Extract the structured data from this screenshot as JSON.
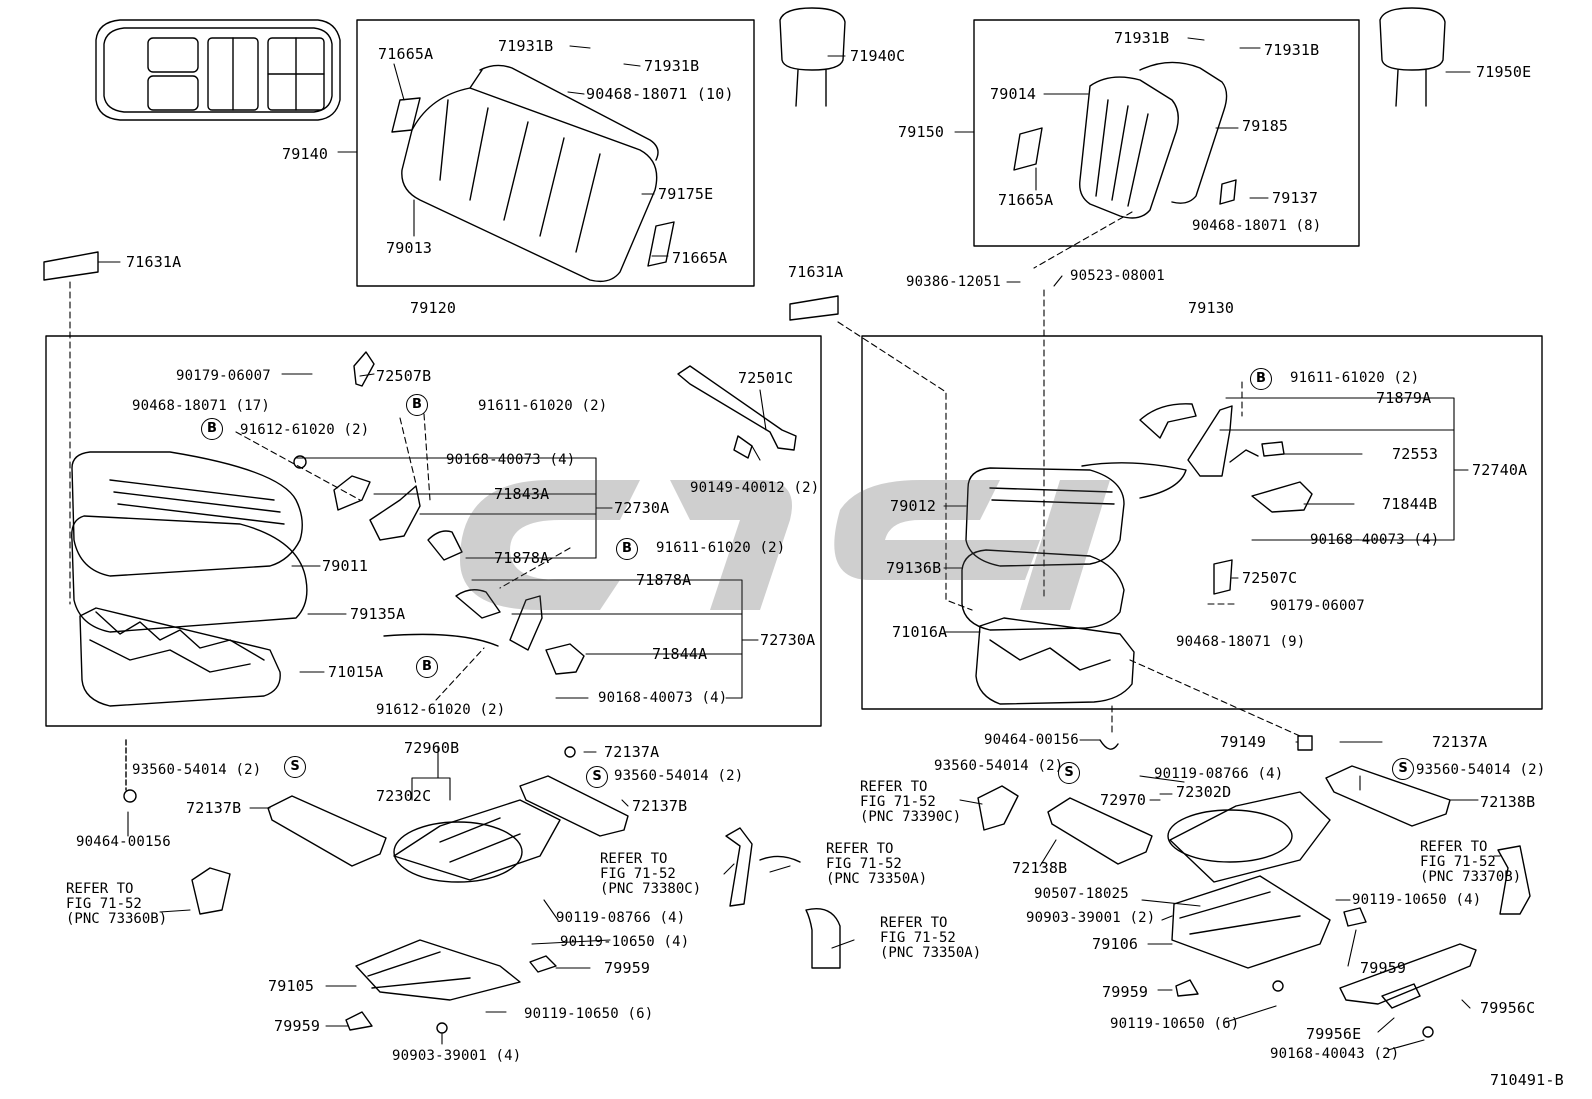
{
  "diagram_id": "710491-B",
  "circle_b": "B",
  "circle_s": "S",
  "labels": {
    "p71665A_1": "71665A",
    "p71931B_1": "71931B",
    "p71931B_2": "71931B",
    "p90468_10": "90468-18071 (10)",
    "p79140": "79140",
    "p79175E": "79175E",
    "p79013": "79013",
    "p71665A_2": "71665A",
    "p71940C": "71940C",
    "p71931B_3": "71931B",
    "p71931B_4": "71931B",
    "p79014": "79014",
    "p79150": "79150",
    "p79185": "79185",
    "p71665A_3": "71665A",
    "p79137": "79137",
    "p90468_8": "90468-18071 (8)",
    "p71950E": "71950E",
    "p71631A_1": "71631A",
    "p71631A_2": "71631A",
    "p90386": "90386-12051",
    "p90523": "90523-08001",
    "p79120": "79120",
    "p79130": "79130",
    "p90179_1": "90179-06007",
    "p72507B": "72507B",
    "p72501C": "72501C",
    "p90468_17": "90468-18071 (17)",
    "p91611_1": "91611-61020 (2)",
    "p91612_1": "91612-61020 (2)",
    "p90168_1": "90168-40073 (4)",
    "p90149": "90149-40012 (2)",
    "p71843A": "71843A",
    "p72730A_1": "72730A",
    "p71878A_1": "71878A",
    "p79011": "79011",
    "p91611_2": "91611-61020 (2)",
    "p71878A_2": "71878A",
    "p79135A": "79135A",
    "p72730A_2": "72730A",
    "p71844A": "71844A",
    "p71015A": "71015A",
    "p91612_2": "91612-61020 (2)",
    "p90168_2": "90168-40073 (4)",
    "p91611_3": "91611-61020 (2)",
    "p71879A": "71879A",
    "p72553": "72553",
    "p72740A": "72740A",
    "p71844B": "71844B",
    "p90168_3": "90168-40073 (4)",
    "p79012": "79012",
    "p79136B": "79136B",
    "p72507C": "72507C",
    "p90179_2": "90179-06007",
    "p71016A": "71016A",
    "p90468_9": "90468-18071 (9)",
    "p90464_1": "90464-00156",
    "p79149": "79149",
    "p72137A_1": "72137A",
    "p72137A_2": "72137A",
    "p93560_1": "93560-54014 (2)",
    "p93560_2": "93560-54014 (2)",
    "p93560_3": "93560-54014 (2)",
    "p93560_4": "93560-54014 (2)",
    "p72960B": "72960B",
    "p72302C": "72302C",
    "p72137B_1": "72137B",
    "p72137B_2": "72137B",
    "p90464_2": "90464-00156",
    "p90119_08766_1": "90119-08766 (4)",
    "p90119_08766_2": "90119-08766 (4)",
    "p72970": "72970",
    "p72302D": "72302D",
    "p72138B_1": "72138B",
    "p72138B_2": "72138B",
    "p90507": "90507-18025",
    "p90903_2": "90903-39001 (2)",
    "p90119_10650_4a": "90119-10650 (4)",
    "p90119_10650_4b": "90119-10650 (4)",
    "p79106": "79106",
    "p79959_1": "79959",
    "p79959_2": "79959",
    "p79959_3": "79959",
    "p79959_4": "79959",
    "p79105": "79105",
    "p90119_10650_6a": "90119-10650 (6)",
    "p90119_10650_6b": "90119-10650 (6)",
    "p90903_4": "90903-39001 (4)",
    "p79956C": "79956C",
    "p79956E": "79956E",
    "p90168_40043": "90168-40043 (2)"
  },
  "refs": {
    "r73360B": "REFER TO\nFIG 71-52\n(PNC 73360B)",
    "r73380C": "REFER TO\nFIG 71-52\n(PNC 73380C)",
    "r73350A_1": "REFER TO\nFIG 71-52\n(PNC 73350A)",
    "r73350A_2": "REFER TO\nFIG 71-52\n(PNC 73350A)",
    "r73390C": "REFER TO\nFIG 71-52\n(PNC 73390C)",
    "r73370B": "REFER TO\nFIG 71-52\n(PNC 73370B)"
  }
}
